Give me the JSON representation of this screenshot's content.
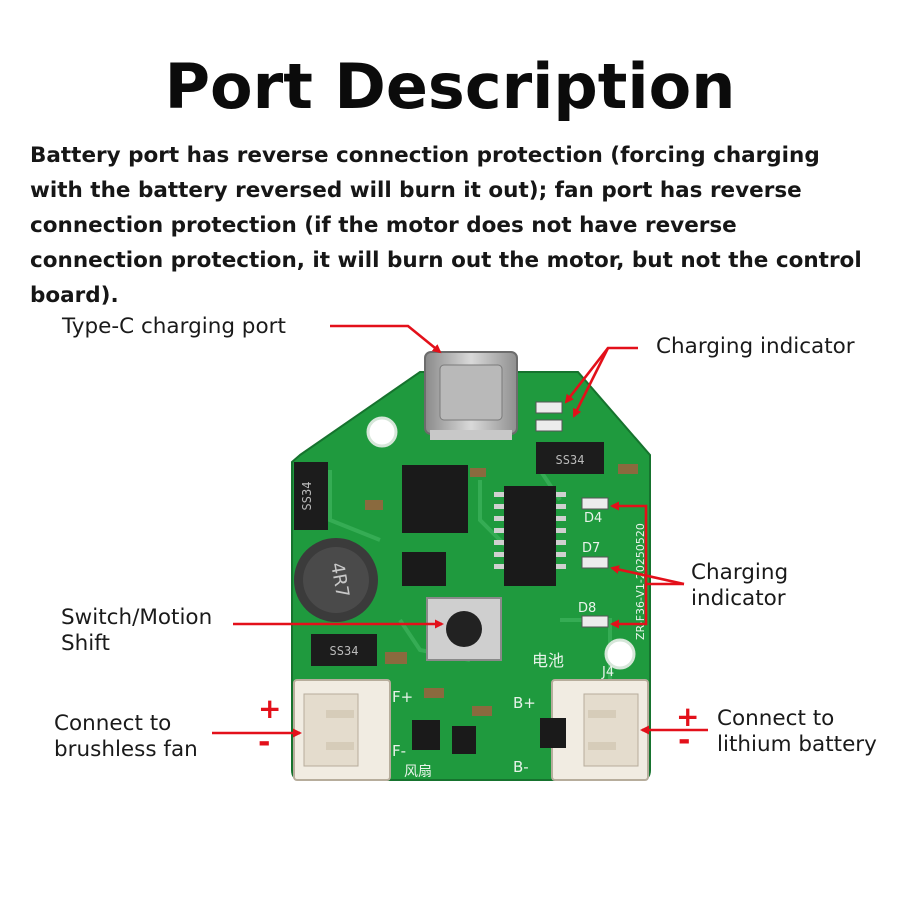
{
  "title": "Port Description",
  "description": "Battery port has reverse connection protection (forcing charging with the battery reversed will burn it out); fan port has reverse connection protection (if the motor does not have reverse connection protection, it will burn out the motor, but not the control board).",
  "labels": {
    "typec": "Type-C charging port",
    "charging_top": "Charging indicator",
    "charging_mid_1": "Charging",
    "charging_mid_2": "indicator",
    "switch_1": "Switch/Motion",
    "switch_2": "Shift",
    "fan_1": "Connect to",
    "fan_2": "brushless fan",
    "battery_1": "Connect to",
    "battery_2": "lithium battery",
    "plus": "+",
    "minus": "-"
  },
  "board_text": {
    "diode_left": "SS34",
    "diode_top": "SS34",
    "diode_bottom": "SS34",
    "inductor": "4R7",
    "silk_battery": "电池",
    "silk_fan": "风扇",
    "silk_fplus": "F+",
    "silk_fminus": "F-",
    "silk_bplus": "B+",
    "silk_bminus": "B-",
    "silk_d4": "D4",
    "silk_d7": "D7",
    "silk_d8": "D8",
    "silk_j4": "J4",
    "silk_model": "ZR-F36-V1-20250520"
  },
  "colors": {
    "arrow": "#e3101a",
    "pcb": "#1f9a3e",
    "pcb_dark": "#157a30",
    "chip": "#1c1c1c",
    "connector": "#f1ece2"
  }
}
